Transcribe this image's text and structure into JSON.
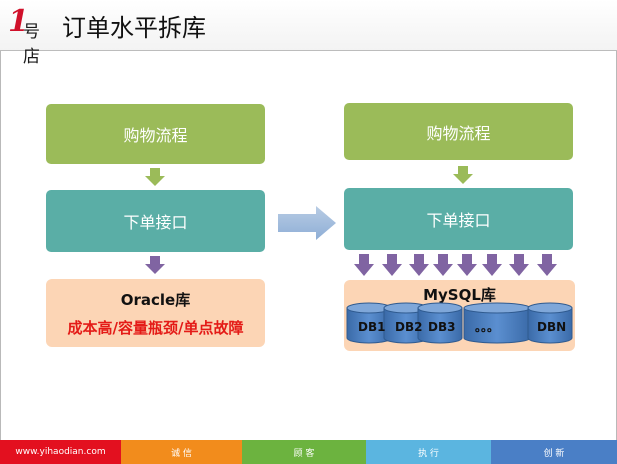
{
  "header": {
    "logo_text": "1号店",
    "title": "订单水平拆库"
  },
  "left": {
    "shopping": "购物流程",
    "order_api": "下单接口",
    "db_name": "Oracle库",
    "problems": "成本高/容量瓶颈/单点故障"
  },
  "right": {
    "shopping": "购物流程",
    "order_api": "下单接口",
    "db_name": "MySQL库",
    "dbs": [
      "DB1",
      "DB2",
      "DB3",
      "。。。",
      "DBN"
    ]
  },
  "footer": {
    "segments": [
      {
        "label": "www.yihaodian.com",
        "color": "#e3101f"
      },
      {
        "label": "诚 信",
        "color": "#f28c1c"
      },
      {
        "label": "顾 客",
        "color": "#6cb33f"
      },
      {
        "label": "执 行",
        "color": "#5bb5e0"
      },
      {
        "label": "创 新",
        "color": "#4a7fc6"
      }
    ]
  },
  "colors": {
    "process_box": "#9bbb59",
    "api_box": "#5aaea6",
    "db_panel": "#fcd5b5",
    "arrow_down": "#8064a2",
    "arrow_right": "#95b3d7",
    "cylinder": "#4f81bd"
  }
}
